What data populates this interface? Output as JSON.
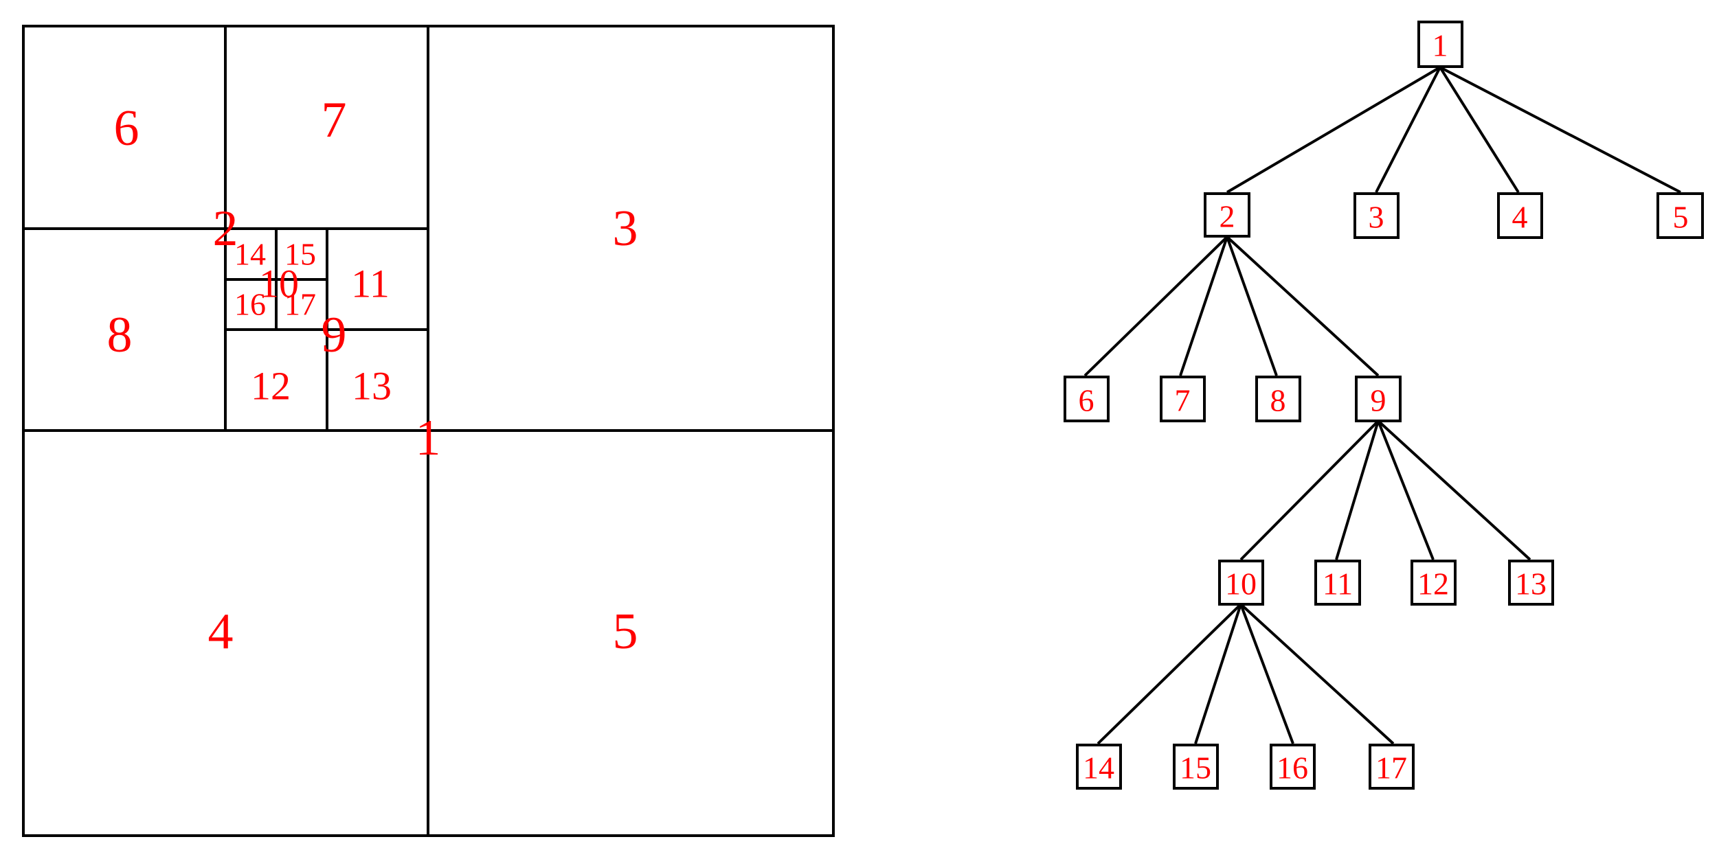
{
  "colors": {
    "label": "#ff0000",
    "line": "#000000",
    "background": "#ffffff"
  },
  "quadtree": {
    "regions": [
      {
        "id": "1",
        "label": "1"
      },
      {
        "id": "2",
        "label": "2"
      },
      {
        "id": "3",
        "label": "3"
      },
      {
        "id": "4",
        "label": "4"
      },
      {
        "id": "5",
        "label": "5"
      },
      {
        "id": "6",
        "label": "6"
      },
      {
        "id": "7",
        "label": "7"
      },
      {
        "id": "8",
        "label": "8"
      },
      {
        "id": "9",
        "label": "9"
      },
      {
        "id": "10",
        "label": "10"
      },
      {
        "id": "11",
        "label": "11"
      },
      {
        "id": "12",
        "label": "12"
      },
      {
        "id": "13",
        "label": "13"
      },
      {
        "id": "14",
        "label": "14"
      },
      {
        "id": "15",
        "label": "15"
      },
      {
        "id": "16",
        "label": "16"
      },
      {
        "id": "17",
        "label": "17"
      }
    ]
  },
  "tree": {
    "nodes": [
      {
        "id": "1",
        "label": "1"
      },
      {
        "id": "2",
        "label": "2"
      },
      {
        "id": "3",
        "label": "3"
      },
      {
        "id": "4",
        "label": "4"
      },
      {
        "id": "5",
        "label": "5"
      },
      {
        "id": "6",
        "label": "6"
      },
      {
        "id": "7",
        "label": "7"
      },
      {
        "id": "8",
        "label": "8"
      },
      {
        "id": "9",
        "label": "9"
      },
      {
        "id": "10",
        "label": "10"
      },
      {
        "id": "11",
        "label": "11"
      },
      {
        "id": "12",
        "label": "12"
      },
      {
        "id": "13",
        "label": "13"
      },
      {
        "id": "14",
        "label": "14"
      },
      {
        "id": "15",
        "label": "15"
      },
      {
        "id": "16",
        "label": "16"
      },
      {
        "id": "17",
        "label": "17"
      }
    ],
    "edges": [
      {
        "from": "1",
        "to": "2"
      },
      {
        "from": "1",
        "to": "3"
      },
      {
        "from": "1",
        "to": "4"
      },
      {
        "from": "1",
        "to": "5"
      },
      {
        "from": "2",
        "to": "6"
      },
      {
        "from": "2",
        "to": "7"
      },
      {
        "from": "2",
        "to": "8"
      },
      {
        "from": "2",
        "to": "9"
      },
      {
        "from": "9",
        "to": "10"
      },
      {
        "from": "9",
        "to": "11"
      },
      {
        "from": "9",
        "to": "12"
      },
      {
        "from": "9",
        "to": "13"
      },
      {
        "from": "10",
        "to": "14"
      },
      {
        "from": "10",
        "to": "15"
      },
      {
        "from": "10",
        "to": "16"
      },
      {
        "from": "10",
        "to": "17"
      }
    ]
  }
}
